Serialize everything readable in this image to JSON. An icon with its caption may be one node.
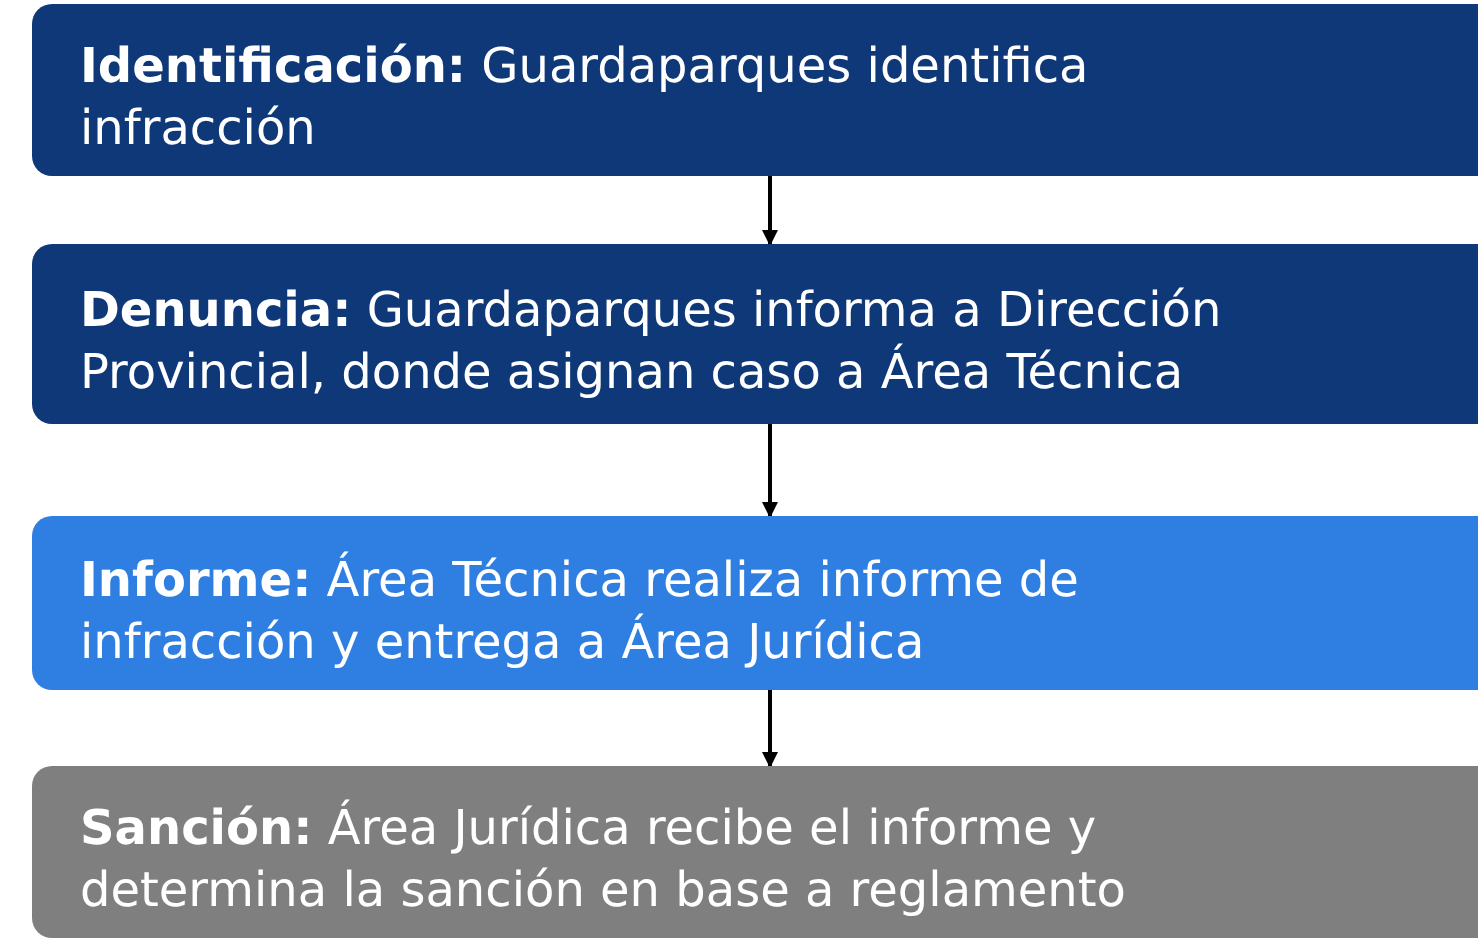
{
  "diagram": {
    "nodes": [
      {
        "text": [
          "**Identificación:** Guardaparques identifica infracción"
        ]
      },
      {
        "text": [
          "**Denuncia:** Guardaparques informa a Dirección Provincial, donde asignan caso a Área Técnica"
        ]
      },
      {
        "text": [
          "**Informe:** Área Técnica realiza informe de infracción y entrega a Área Jurídica"
        ]
      },
      {
        "text": [
          "**Sanción:** Área Jurídica recibe el informe y determina la sanción en base a reglamento"
        ]
      }
    ],
    "edges": [
      {
        "from": 0,
        "to": 1,
        "arrow": "to"
      },
      {
        "from": 1,
        "to": 2,
        "arrow": "to"
      },
      {
        "from": 2,
        "to": 3,
        "arrow": "to"
      }
    ]
  }
}
